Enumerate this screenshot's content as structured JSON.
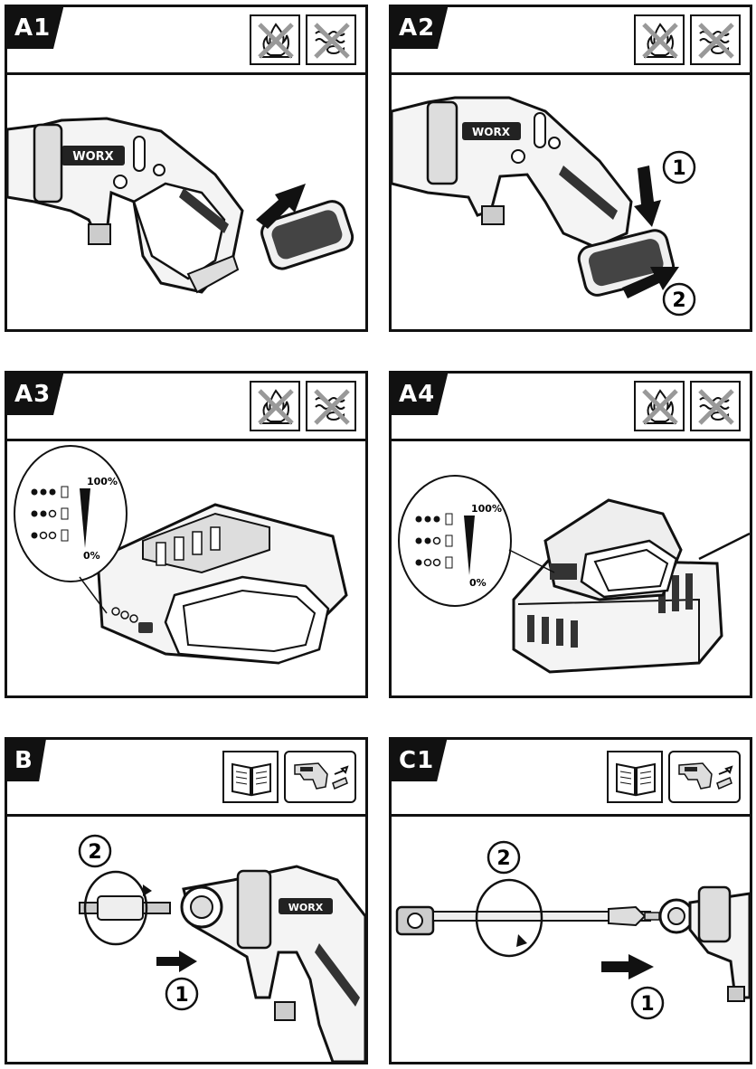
{
  "panels": [
    {
      "id": "A1",
      "label": "A1",
      "icons": [
        "no-fire-icon",
        "no-water-icon"
      ]
    },
    {
      "id": "A2",
      "label": "A2",
      "icons": [
        "no-fire-icon",
        "no-water-icon"
      ],
      "steps": [
        "1",
        "2"
      ]
    },
    {
      "id": "A3",
      "label": "A3",
      "icons": [
        "no-fire-icon",
        "no-water-icon"
      ]
    },
    {
      "id": "A4",
      "label": "A4",
      "icons": [
        "no-fire-icon",
        "no-water-icon"
      ]
    },
    {
      "id": "B",
      "label": "B",
      "icons": [
        "manual-book-icon",
        "remove-battery-icon"
      ],
      "steps": [
        "1",
        "2"
      ]
    },
    {
      "id": "C1",
      "label": "C1",
      "icons": [
        "manual-book-icon",
        "remove-battery-icon"
      ],
      "steps": [
        "1",
        "2"
      ]
    }
  ],
  "brand": "WORX",
  "charge_indicator": {
    "full": "100%",
    "empty": "0%"
  }
}
